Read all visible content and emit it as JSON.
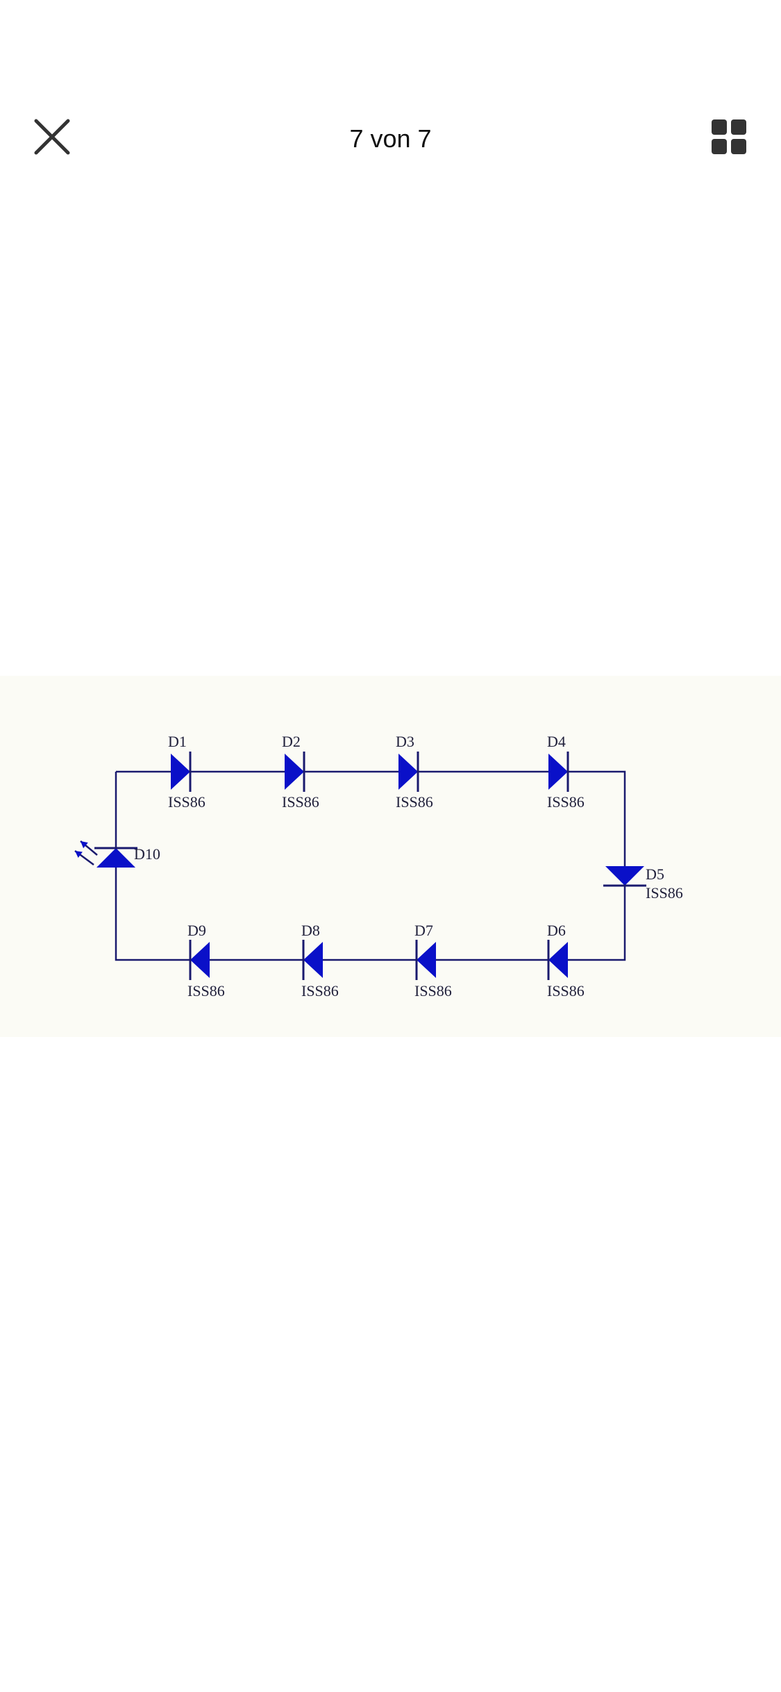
{
  "viewer": {
    "counter": "7 von 7",
    "close_icon": "close-icon",
    "grid_icon": "grid-view-icon"
  },
  "diagram": {
    "colors": {
      "diode": "#0a10c8",
      "wire": "#1a1a6e",
      "label": "#1f1f3a",
      "background": "#fbfbf5"
    },
    "components": [
      {
        "ref": "D1",
        "value": "ISS86"
      },
      {
        "ref": "D2",
        "value": "ISS86"
      },
      {
        "ref": "D3",
        "value": "ISS86"
      },
      {
        "ref": "D4",
        "value": "ISS86"
      },
      {
        "ref": "D5",
        "value": "ISS86"
      },
      {
        "ref": "D6",
        "value": "ISS86"
      },
      {
        "ref": "D7",
        "value": "ISS86"
      },
      {
        "ref": "D8",
        "value": "ISS86"
      },
      {
        "ref": "D9",
        "value": "ISS86"
      },
      {
        "ref": "D10",
        "value": ""
      }
    ]
  }
}
